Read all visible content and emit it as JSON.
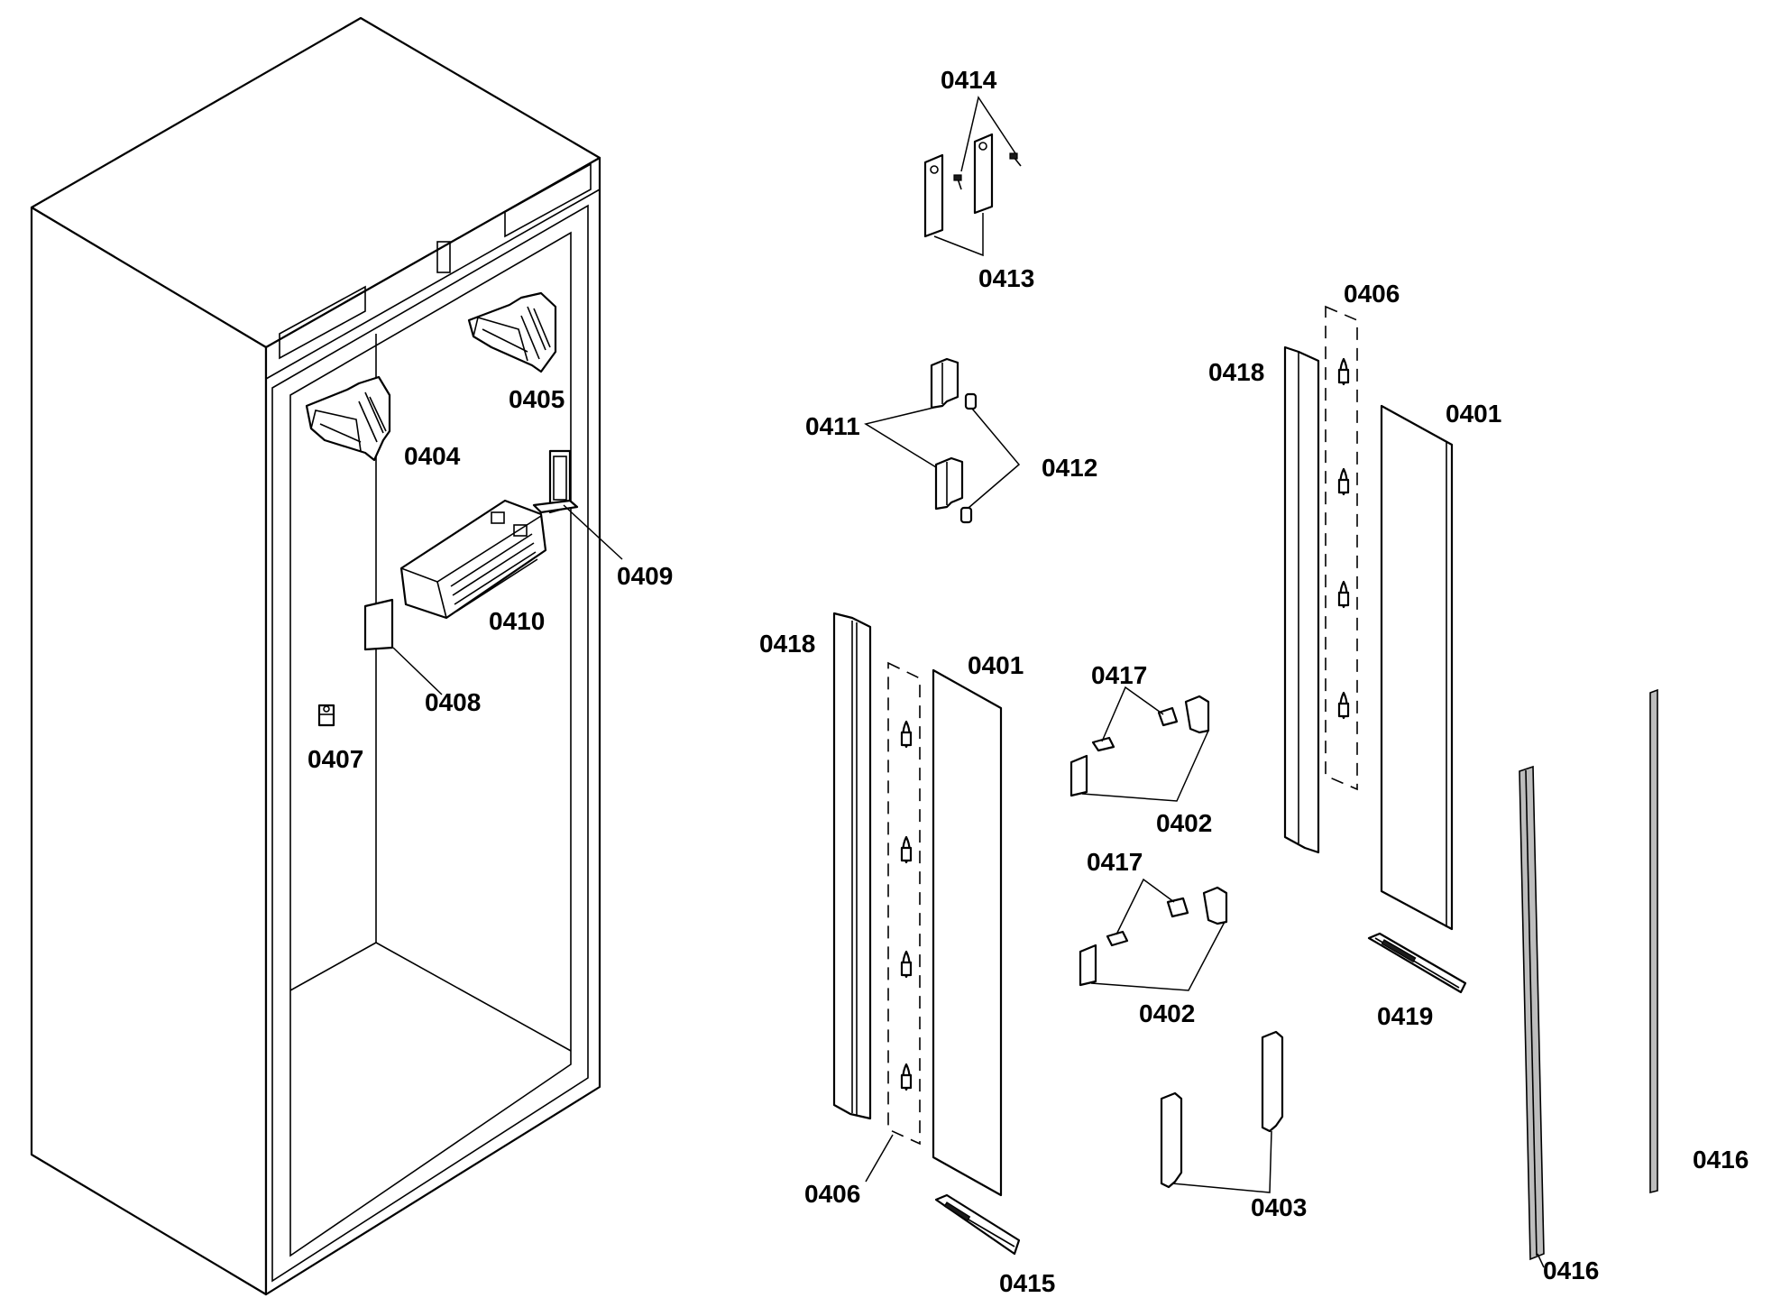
{
  "callouts": {
    "c0401a": "0401",
    "c0401b": "0401",
    "c0402a": "0402",
    "c0402b": "0402",
    "c0403": "0403",
    "c0404": "0404",
    "c0405": "0405",
    "c0406a": "0406",
    "c0406b": "0406",
    "c0407": "0407",
    "c0408": "0408",
    "c0409": "0409",
    "c0410": "0410",
    "c0411": "0411",
    "c0412": "0412",
    "c0413": "0413",
    "c0414": "0414",
    "c0415": "0415",
    "c0416a": "0416",
    "c0416b": "0416",
    "c0417a": "0417",
    "c0417b": "0417",
    "c0418a": "0418",
    "c0418b": "0418",
    "c0419": "0419"
  },
  "colors": {
    "line": "#000000",
    "background": "#ffffff",
    "shade": "#bdbdbd"
  }
}
